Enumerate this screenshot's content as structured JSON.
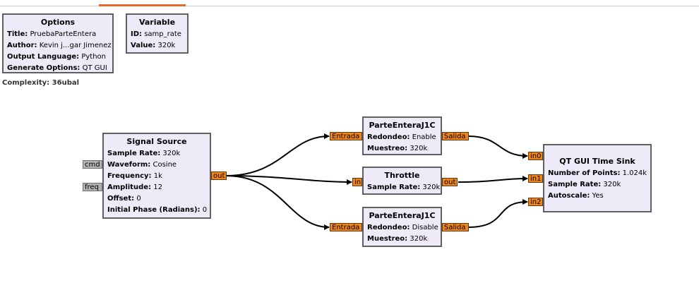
{
  "options_block": {
    "title": "Options",
    "rows": [
      {
        "key": "Title:",
        "value": "PruebaParteEntera"
      },
      {
        "key": "Author:",
        "value": "Kevin j...gar Jimenez"
      },
      {
        "key": "Output Language:",
        "value": "Python"
      },
      {
        "key": "Generate Options:",
        "value": "QT GUI"
      }
    ]
  },
  "variable_block": {
    "title": "Variable",
    "rows": [
      {
        "key": "ID:",
        "value": "samp_rate"
      },
      {
        "key": "Value:",
        "value": "320k"
      }
    ]
  },
  "complexity": "Complexity: 36ubal",
  "signal_source": {
    "title": "Signal Source",
    "rows": [
      {
        "key": "Sample Rate:",
        "value": "320k"
      },
      {
        "key": "Waveform:",
        "value": "Cosine"
      },
      {
        "key": "Frequency:",
        "value": "1k"
      },
      {
        "key": "Amplitude:",
        "value": "12"
      },
      {
        "key": "Offset:",
        "value": "0"
      },
      {
        "key": "Initial Phase (Radians):",
        "value": "0"
      }
    ],
    "ports": {
      "cmd": "cmd",
      "freq": "freq",
      "out": "out"
    }
  },
  "parte_entera_top": {
    "title": "ParteEnteraJ1C",
    "rows": [
      {
        "key": "Redondeo:",
        "value": "Enable"
      },
      {
        "key": "Muestreo:",
        "value": "320k"
      }
    ],
    "ports": {
      "in": "Entrada",
      "out": "Salida"
    }
  },
  "throttle": {
    "title": "Throttle",
    "rows": [
      {
        "key": "Sample Rate:",
        "value": "320k"
      }
    ],
    "ports": {
      "in": "in",
      "out": "out"
    }
  },
  "parte_entera_bottom": {
    "title": "ParteEnteraJ1C",
    "rows": [
      {
        "key": "Redondeo:",
        "value": "Disable"
      },
      {
        "key": "Muestreo:",
        "value": "320k"
      }
    ],
    "ports": {
      "in": "Entrada",
      "out": "Salida"
    }
  },
  "time_sink": {
    "title": "QT GUI Time Sink",
    "rows": [
      {
        "key": "Number of Points:",
        "value": "1.024k"
      },
      {
        "key": "Sample Rate:",
        "value": "320k"
      },
      {
        "key": "Autoscale:",
        "value": "Yes"
      }
    ],
    "ports": {
      "in0": "in0",
      "in1": "in1",
      "in2": "in2"
    }
  },
  "colors": {
    "block_fill": "#efeaf8",
    "block_border": "#5f5f5f",
    "port_orange": "#f08418",
    "port_gray": "#b3b3b3",
    "tab_accent": "#e9682c"
  }
}
